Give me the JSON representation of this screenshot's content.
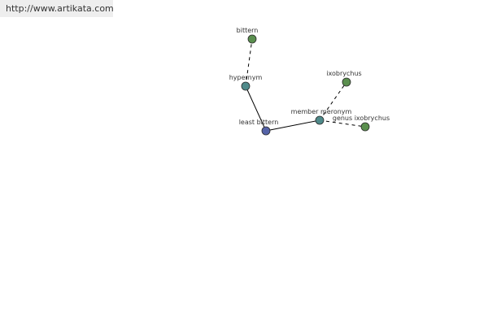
{
  "site": {
    "url_text": "http://www.artikata.com"
  },
  "colors": {
    "focus_node": "#5563a8",
    "relation_node": "#4f8a8a",
    "word_node": "#5a8f4e",
    "node_stroke": "#2a2a2a",
    "edge": "#000000",
    "text": "#333333",
    "url_bar_bg": "#eeeeee"
  },
  "graph": {
    "nodes": [
      {
        "id": "least-bittern",
        "label": "least bittern",
        "kind": "focus"
      },
      {
        "id": "hypernym",
        "label": "hypernym",
        "kind": "relation"
      },
      {
        "id": "bittern",
        "label": "bittern",
        "kind": "word"
      },
      {
        "id": "member-meronym",
        "label": "member meronym",
        "kind": "relation"
      },
      {
        "id": "ixobrychus",
        "label": "ixobrychus",
        "kind": "word"
      },
      {
        "id": "genus-ixobrychus",
        "label": "genus ixobrychus",
        "kind": "word"
      }
    ],
    "edges": [
      {
        "from": "least-bittern",
        "to": "hypernym",
        "style": "solid"
      },
      {
        "from": "hypernym",
        "to": "bittern",
        "style": "dashed"
      },
      {
        "from": "least-bittern",
        "to": "member-meronym",
        "style": "solid"
      },
      {
        "from": "member-meronym",
        "to": "ixobrychus",
        "style": "dashed"
      },
      {
        "from": "member-meronym",
        "to": "genus-ixobrychus",
        "style": "dashed"
      }
    ]
  }
}
